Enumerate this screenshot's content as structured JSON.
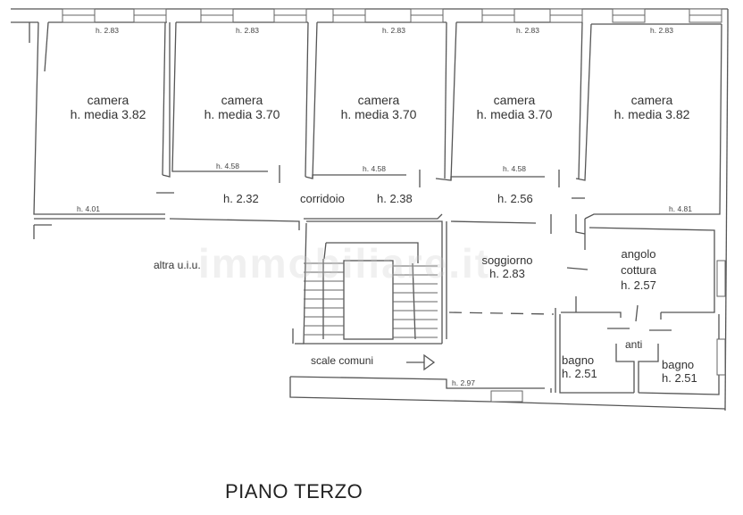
{
  "plan": {
    "title": "PIANO TERZO",
    "watermark": "immobiliare.it",
    "rooms": [
      {
        "name": "camera",
        "height": "h. media 3.82",
        "top_label": "h. 2.83",
        "bottom_label": "h. 4.01"
      },
      {
        "name": "camera",
        "height": "h. media 3.70",
        "top_label": "h. 2.83",
        "bottom_label": "h. 4.58"
      },
      {
        "name": "camera",
        "height": "h. media 3.70",
        "top_label": "h. 2.83",
        "bottom_label": "h. 4.58"
      },
      {
        "name": "camera",
        "height": "h. media 3.70",
        "top_label": "h. 2.83",
        "bottom_label": "h. 4.58"
      },
      {
        "name": "camera",
        "height": "h. media 3.82",
        "top_label": "h. 2.83",
        "bottom_label": "h. 4.81"
      }
    ],
    "corridor": {
      "name": "corridoio",
      "heights": [
        "h. 2.32",
        "h. 2.38",
        "h. 2.56"
      ]
    },
    "other_unit": "altra u.i.u.",
    "living": {
      "name": "soggiorno",
      "height": "h. 2.83"
    },
    "kitchen": {
      "name_line1": "angolo",
      "name_line2": "cottura",
      "height": "h. 2.57"
    },
    "ante": {
      "name": "anti"
    },
    "bath_left": {
      "name": "bagno",
      "height": "h. 2.51"
    },
    "bath_right": {
      "name": "bagno",
      "height": "h. 2.51"
    },
    "stairs": {
      "name": "scale comuni",
      "arrow_icon": "arrow-right"
    },
    "bottom_strip_label": "h. 2.97"
  }
}
